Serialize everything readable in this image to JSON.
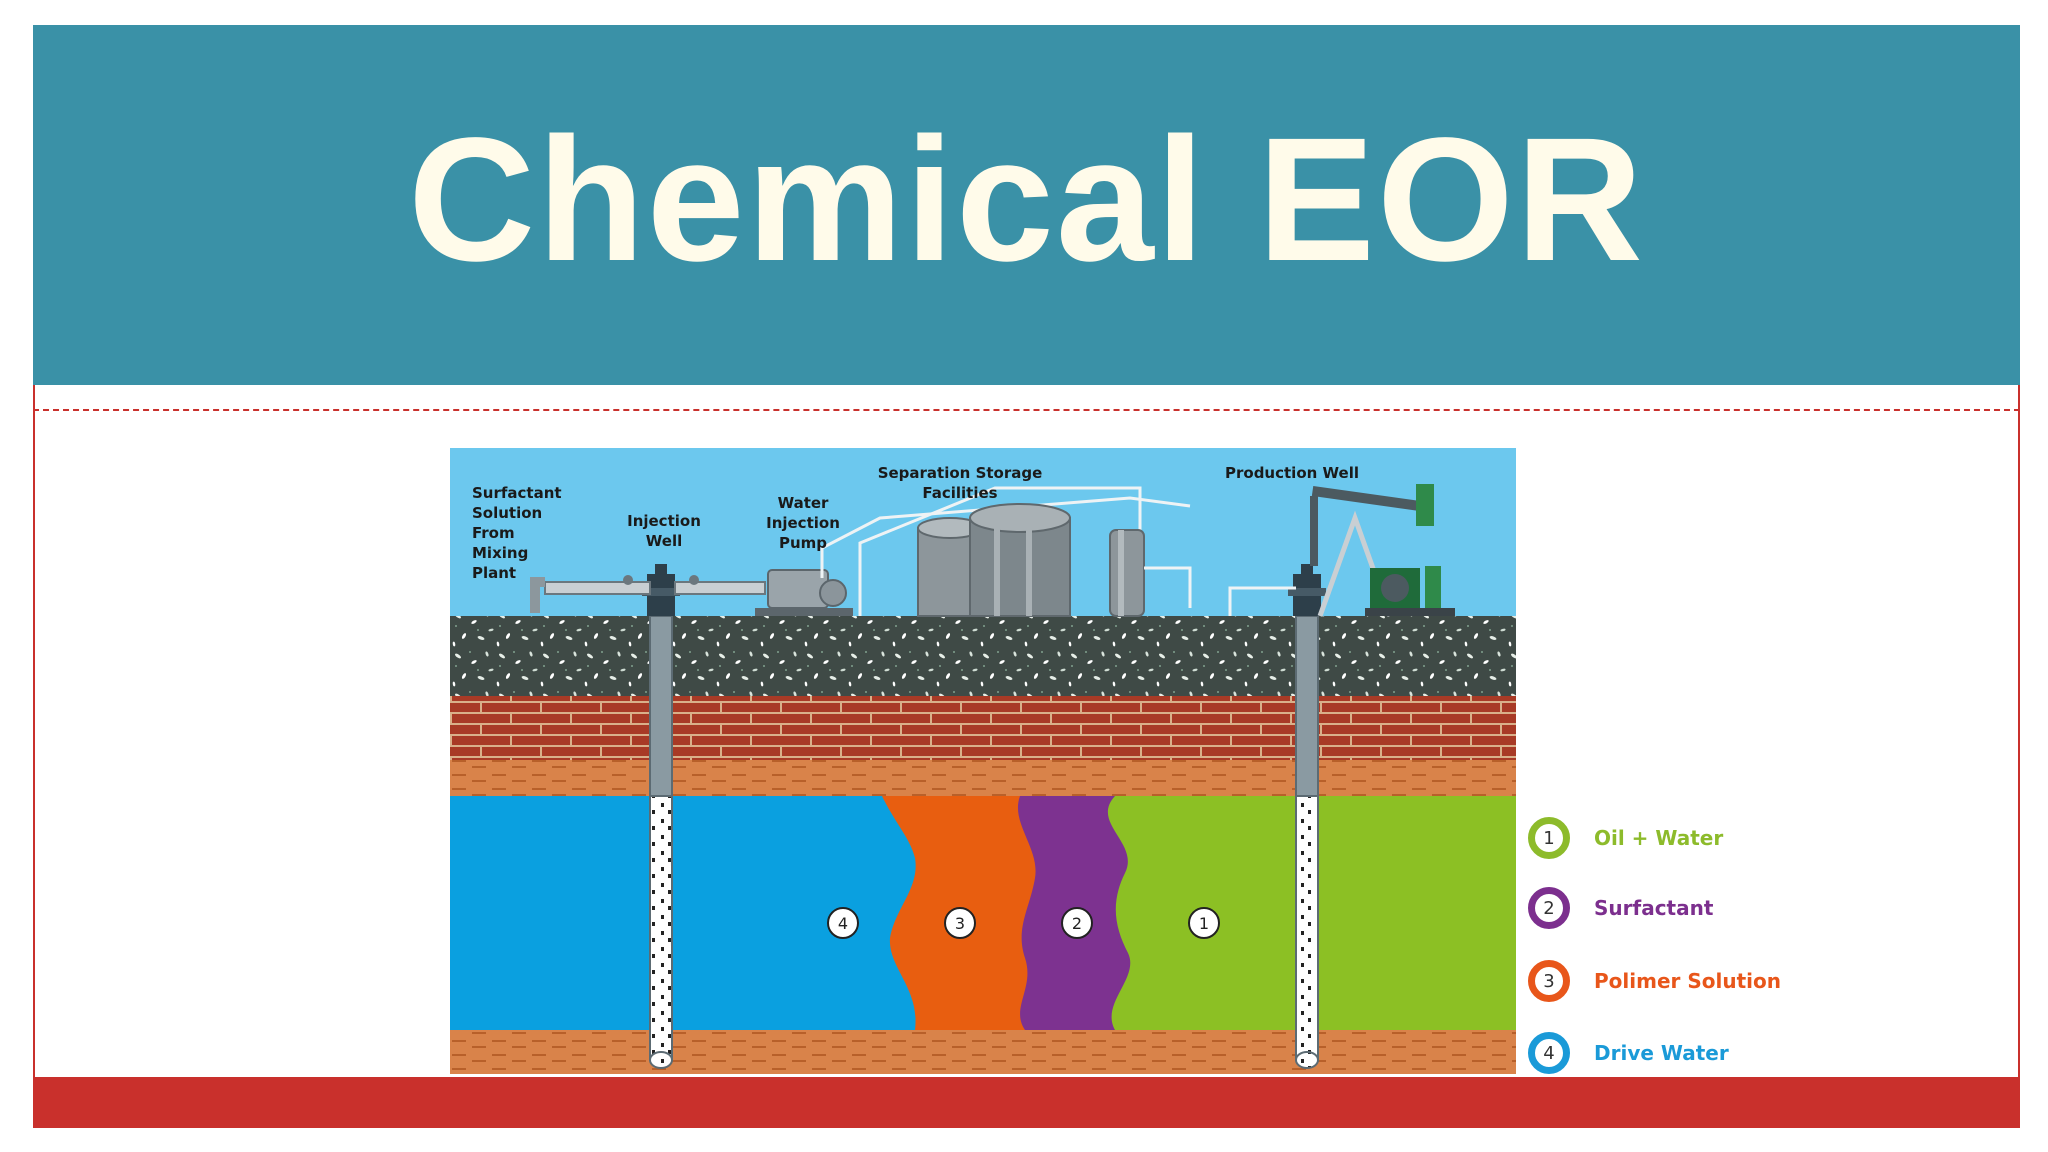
{
  "title": "Chemical EOR",
  "diagram": {
    "labels": {
      "surfactant_solution": [
        "Surfactant",
        "Solution",
        "From",
        "Mixing",
        "Plant"
      ],
      "injection_well": [
        "Injection",
        "Well"
      ],
      "water_injection_pump": [
        "Water",
        "Injection",
        "Pump"
      ],
      "separation_storage": [
        "Separation Storage",
        "Facilities"
      ],
      "production_well": [
        "Production Well"
      ]
    },
    "zone_markers": [
      "4",
      "3",
      "2",
      "1"
    ]
  },
  "legend": [
    {
      "number": "1",
      "label": "Oil + Water",
      "color": "#8dbb2b"
    },
    {
      "number": "2",
      "label": "Surfactant",
      "color": "#7c2f8e"
    },
    {
      "number": "3",
      "label": "Polimer Solution",
      "color": "#e8561a"
    },
    {
      "number": "4",
      "label": "Drive Water",
      "color": "#1a9ad8"
    }
  ],
  "colors": {
    "title_band": "#3a91a7",
    "accent_red": "#c9302c",
    "sky": "#6cc8ee",
    "drive_water": "#0aa0e0",
    "polymer": "#e85e10",
    "surfactant": "#7d3290",
    "oil_water": "#8cc024"
  }
}
